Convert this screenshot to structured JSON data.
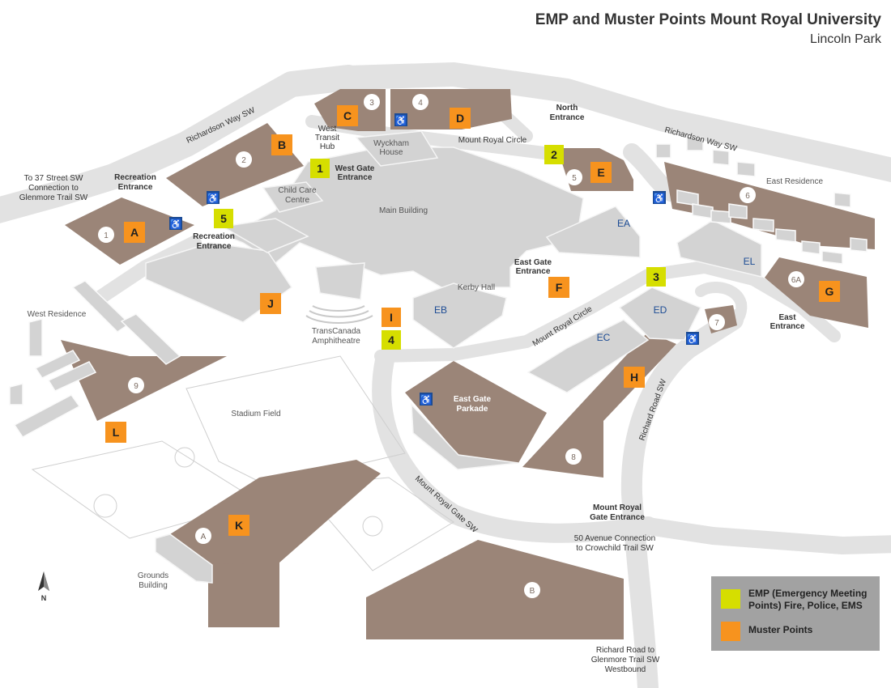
{
  "title": "EMP and Muster Points Mount Royal University",
  "subtitle": "Lincoln Park",
  "colors": {
    "road": "#e2e2e2",
    "parking": "#9b8578",
    "building": "#d3d3d3",
    "emp": "#d6de00",
    "muster": "#f7931e",
    "accessible": "#1c4b94",
    "legend_bg": "#a2a2a2"
  },
  "labels": {
    "richardson_way_w": "Richardson Way SW",
    "richardson_way_e": "Richardson Way SW",
    "to_37_street": [
      "To 37 Street SW",
      "Connection to",
      "Glenmore Trail SW"
    ],
    "recreation_entrance_nw": [
      "Recreation",
      "Entrance"
    ],
    "recreation_entrance_w": [
      "Recreation",
      "Entrance"
    ],
    "west_transit_hub": [
      "West",
      "Transit",
      "Hub"
    ],
    "wyckham_house": [
      "Wyckham",
      "House"
    ],
    "north_entrance": [
      "North",
      "Entrance"
    ],
    "mount_royal_circle_n": "Mount Royal Circle",
    "west_gate_entrance": [
      "West Gate",
      "Entrance"
    ],
    "child_care_centre": [
      "Child Care",
      "Centre"
    ],
    "main_building": "Main Building",
    "east_residence": "East Residence",
    "east_gate_entrance": [
      "East Gate",
      "Entrance"
    ],
    "kerby_hall": "Kerby Hall",
    "west_residence": "West Residence",
    "transcanada_amphitheatre": [
      "TransCanada",
      "Amphitheatre"
    ],
    "mount_royal_circle_s": "Mount Royal Circle",
    "east_entrance": [
      "East",
      "Entrance"
    ],
    "richard_road": "Richard Road SW",
    "stadium_field": "Stadium Field",
    "east_gate_parkade": [
      "East Gate",
      "Parkade"
    ],
    "mount_royal_gate_sw": "Mount Royal Gate SW",
    "mount_royal_gate_entrance": [
      "Mount Royal",
      "Gate Entrance"
    ],
    "fifty_avenue": [
      "50 Avenue Connection",
      "to Crowchild Trail SW"
    ],
    "grounds_building": [
      "Grounds",
      "Building"
    ],
    "richard_road_glenmore": [
      "Richard Road to",
      "Glenmore Trail SW",
      "Westbound"
    ],
    "north": "N"
  },
  "building_codes": [
    "EA",
    "EL",
    "EB",
    "ED",
    "EC"
  ],
  "lots": [
    "1",
    "2",
    "3",
    "4",
    "5",
    "6",
    "6A",
    "7",
    "8",
    "9",
    "A",
    "B"
  ],
  "emp_points": [
    "1",
    "2",
    "3",
    "4",
    "5"
  ],
  "muster_points": [
    "A",
    "B",
    "C",
    "D",
    "E",
    "F",
    "G",
    "H",
    "I",
    "J",
    "K",
    "L"
  ],
  "legend": {
    "emp": [
      "EMP (Emergency Meeting",
      "Points) Fire, Police, EMS"
    ],
    "muster": "Muster Points"
  }
}
